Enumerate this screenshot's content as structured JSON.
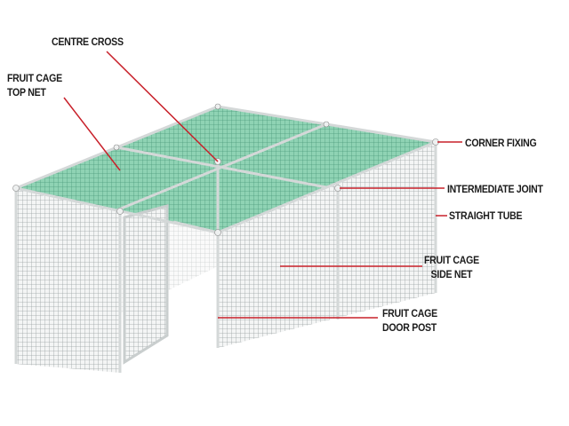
{
  "labels": {
    "centre_cross": "CENTRE CROSS",
    "top_net": [
      "FRUIT CAGE",
      "TOP NET"
    ],
    "corner_fixing": "CORNER FIXING",
    "intermediate_joint": "INTERMEDIATE JOINT",
    "straight_tube": "STRAIGHT TUBE",
    "side_net": [
      "FRUIT CAGE",
      "SIDE NET"
    ],
    "door_post": [
      "FRUIT CAGE",
      "DOOR POST"
    ]
  },
  "colors": {
    "leader": "#c8202a",
    "top_net": "#7fc9a8",
    "side_net": "#b9bec0",
    "frame": "#d8dcdc"
  }
}
